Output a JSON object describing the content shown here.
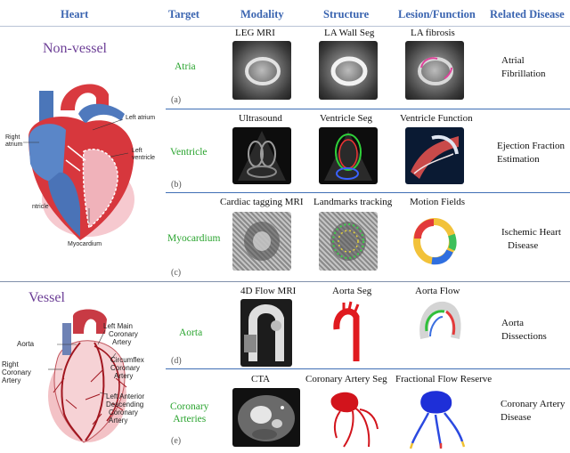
{
  "headers": {
    "heart": "Heart",
    "target": "Target",
    "modality": "Modality",
    "structure": "Structure",
    "lesion": "Lesion/Function",
    "disease": "Related Disease"
  },
  "sections": {
    "non_vessel": {
      "title": "Non-vessel",
      "labels": {
        "left_atrium": "Left atrium",
        "right_atrium_1": "Right",
        "right_atrium_2": "atrium",
        "left_ventricle_1": "Left",
        "left_ventricle_2": "ventricle",
        "ntricle": "ntricle",
        "myocardium": "Myocardium"
      }
    },
    "vessel": {
      "title": "Vessel",
      "labels": {
        "aorta": "Aorta",
        "rca": [
          "Right",
          "Coronary",
          "Artery"
        ],
        "lmca": [
          "Left Main",
          "Coronary",
          "Artery"
        ],
        "lcx": [
          "Circumflex",
          "Coronary",
          "Artery"
        ],
        "lad": [
          "Left Anterior",
          "Descending",
          "Coronary",
          "Artery"
        ]
      }
    }
  },
  "rows": [
    {
      "index": "(a)",
      "target": "Atria",
      "modality": "LEG MRI",
      "structure": "LA Wall Seg",
      "lesion": "LA fibrosis",
      "disease": [
        "Atrial",
        "Fibrillation"
      ]
    },
    {
      "index": "(b)",
      "target": "Ventricle",
      "modality": "Ultrasound",
      "structure": "Ventricle Seg",
      "lesion": "Ventricle Function",
      "disease": [
        "Ejection Fraction",
        "Estimation"
      ]
    },
    {
      "index": "(c)",
      "target": "Myocardium",
      "modality": "Cardiac tagging MRI",
      "structure": "Landmarks tracking",
      "lesion": "Motion Fields",
      "disease": [
        "Ischemic Heart",
        "Disease"
      ]
    },
    {
      "index": "(d)",
      "target": "Aorta",
      "modality": "4D Flow MRI",
      "structure": "Aorta Seg",
      "lesion": "Aorta Flow",
      "disease": [
        "Aorta",
        "Dissections"
      ]
    },
    {
      "index": "(e)",
      "target": [
        "Coronary",
        "Arteries"
      ],
      "modality": "CTA",
      "structure": "Coronary Artery Seg",
      "lesion": "Fractional Flow Reserve",
      "disease": [
        "Coronary Artery",
        "Disease"
      ]
    }
  ],
  "colors": {
    "header": "#3a64b0",
    "target": "#2aa42f",
    "section_title": "#6c3e96"
  }
}
